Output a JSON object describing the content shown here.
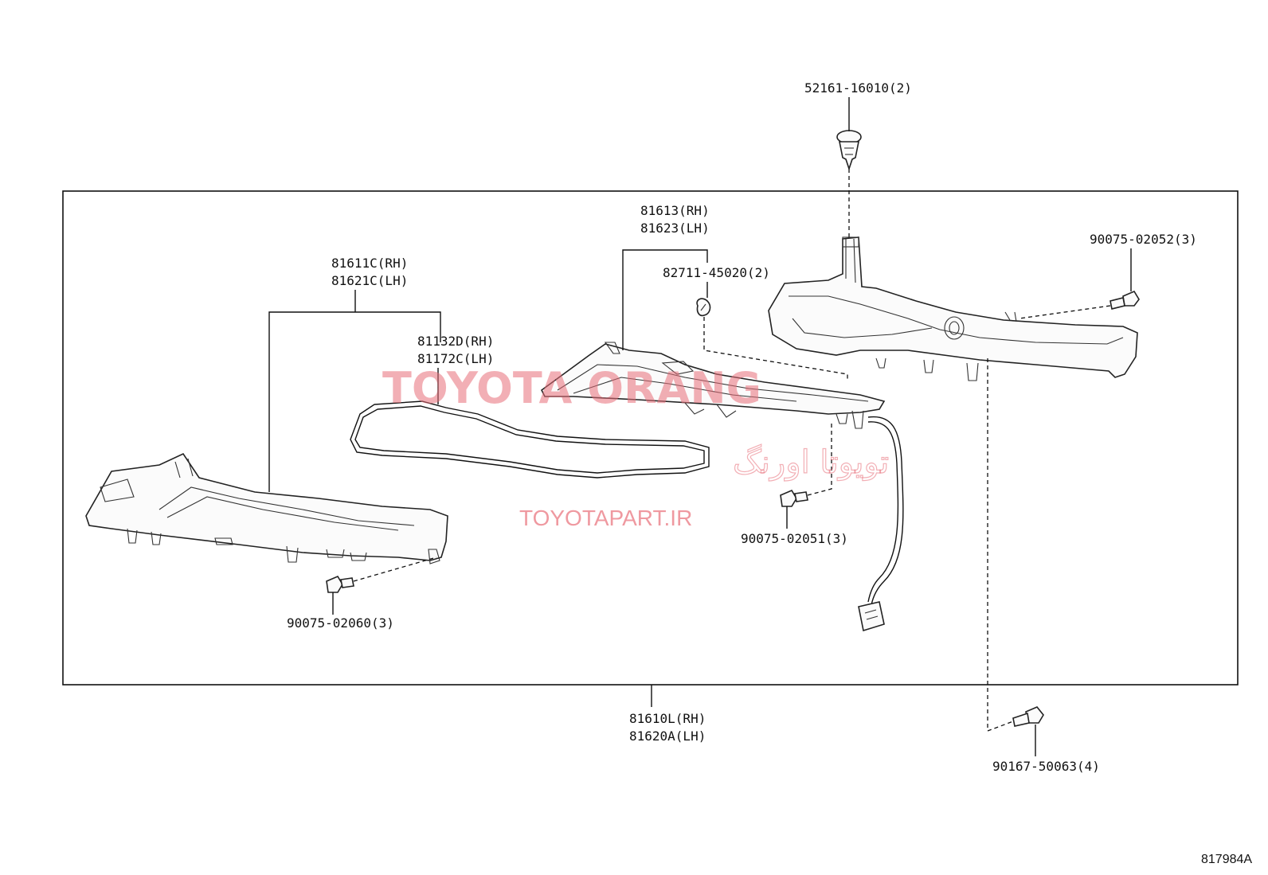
{
  "labels": {
    "clip_top": "52161-16010(2)",
    "bracket_rh": "81613(RH)",
    "bracket_lh": "81623(LH)",
    "clamp": "82711-45020(2)",
    "screw_right": "90075-02052(3)",
    "housing_rh": "81611C(RH)",
    "housing_lh": "81621C(LH)",
    "gasket_rh": "81132D(RH)",
    "gasket_lh": "81172C(LH)",
    "screw_middle": "90075-02051(3)",
    "screw_left": "90075-02060(3)",
    "assembly_rh": "81610L(RH)",
    "assembly_lh": "81620A(LH)",
    "bolt_bottom": "90167-50063(4)"
  },
  "watermark": {
    "brand": "TOYOTA ORANG",
    "persian": "تویوتا اورنگ",
    "site": "TOYOTAPART.IR"
  },
  "reference": "817984A"
}
